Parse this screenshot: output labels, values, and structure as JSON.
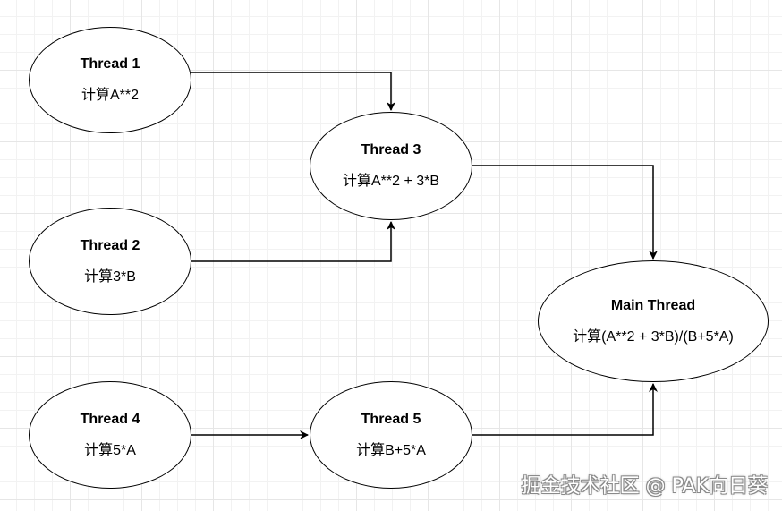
{
  "nodes": {
    "thread1": {
      "title": "Thread 1",
      "desc": "计算A**2"
    },
    "thread2": {
      "title": "Thread 2",
      "desc": "计算3*B"
    },
    "thread3": {
      "title": "Thread 3",
      "desc": "计算A**2 + 3*B"
    },
    "thread4": {
      "title": "Thread 4",
      "desc": "计算5*A"
    },
    "thread5": {
      "title": "Thread 5",
      "desc": "计算B+5*A"
    },
    "main": {
      "title": "Main Thread",
      "desc": "计算(A**2 + 3*B)/(B+5*A)"
    }
  },
  "edges": [
    {
      "from": "Thread 1",
      "to": "Thread 3"
    },
    {
      "from": "Thread 2",
      "to": "Thread 3"
    },
    {
      "from": "Thread 3",
      "to": "Main Thread"
    },
    {
      "from": "Thread 4",
      "to": "Thread 5"
    },
    {
      "from": "Thread 5",
      "to": "Main Thread"
    }
  ],
  "watermark": "掘金技术社区 @ PAK向日葵",
  "colors": {
    "background": "#ffffff",
    "grid": "#e6e6e6",
    "stroke": "#000000"
  }
}
